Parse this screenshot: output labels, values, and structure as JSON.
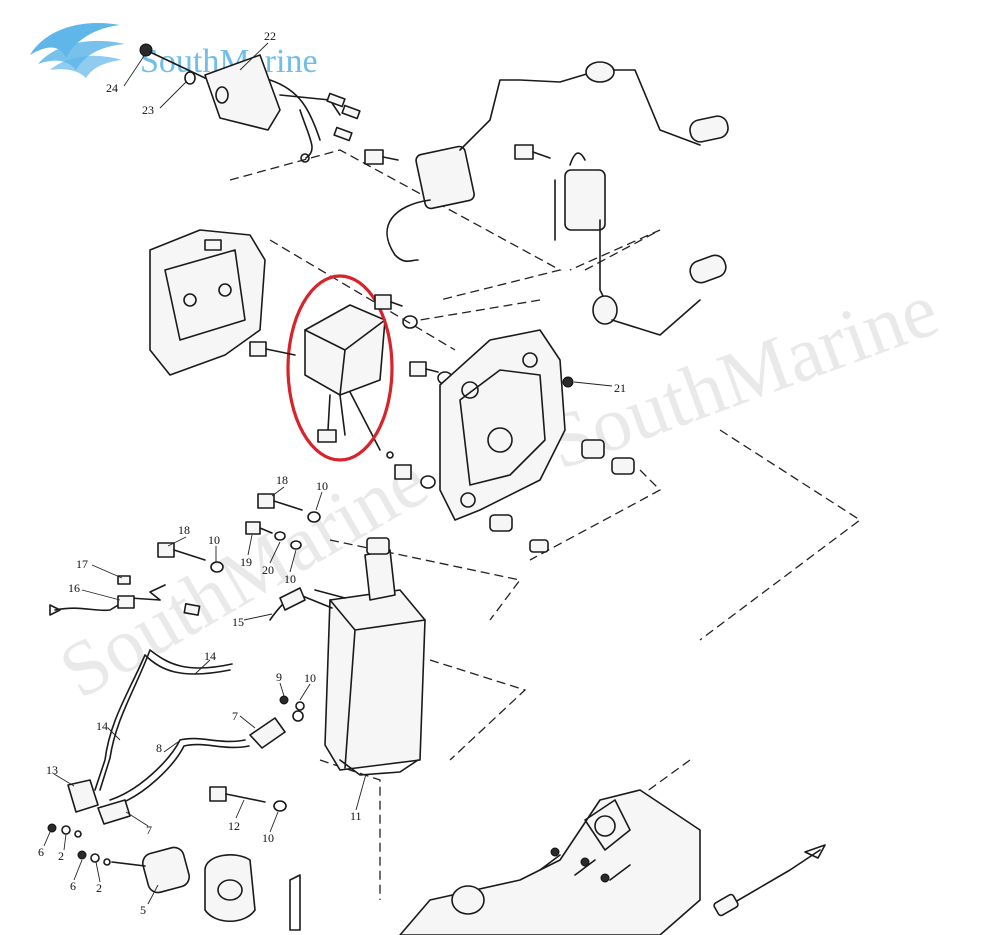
{
  "logo": {
    "brand_text": "SouthMarine",
    "color": "#5fb6e8"
  },
  "watermark_texts": [
    "SouthMarine",
    "SouthMarine"
  ],
  "highlight_color": "#d8232a",
  "callouts": [
    {
      "id": "c24",
      "text": "24"
    },
    {
      "id": "c22",
      "text": "22"
    },
    {
      "id": "c23",
      "text": "23"
    },
    {
      "id": "c21",
      "text": "21"
    },
    {
      "id": "c18a",
      "text": "18"
    },
    {
      "id": "c10a",
      "text": "10"
    },
    {
      "id": "c18b",
      "text": "18"
    },
    {
      "id": "c10b",
      "text": "10"
    },
    {
      "id": "c19",
      "text": "19"
    },
    {
      "id": "c20",
      "text": "20"
    },
    {
      "id": "c10c",
      "text": "10"
    },
    {
      "id": "c17",
      "text": "17"
    },
    {
      "id": "c16",
      "text": "16"
    },
    {
      "id": "c15",
      "text": "15"
    },
    {
      "id": "c14a",
      "text": "14"
    },
    {
      "id": "c14b",
      "text": "14"
    },
    {
      "id": "c9",
      "text": "9"
    },
    {
      "id": "c10d",
      "text": "10"
    },
    {
      "id": "c7a",
      "text": "7"
    },
    {
      "id": "c8",
      "text": "8"
    },
    {
      "id": "c13",
      "text": "13"
    },
    {
      "id": "c7b",
      "text": "7"
    },
    {
      "id": "c12",
      "text": "12"
    },
    {
      "id": "c11",
      "text": "11"
    },
    {
      "id": "c10e",
      "text": "10"
    },
    {
      "id": "c6a",
      "text": "6"
    },
    {
      "id": "c2a",
      "text": "2"
    },
    {
      "id": "c6b",
      "text": "6"
    },
    {
      "id": "c2b",
      "text": "2"
    },
    {
      "id": "c5",
      "text": "5"
    }
  ]
}
